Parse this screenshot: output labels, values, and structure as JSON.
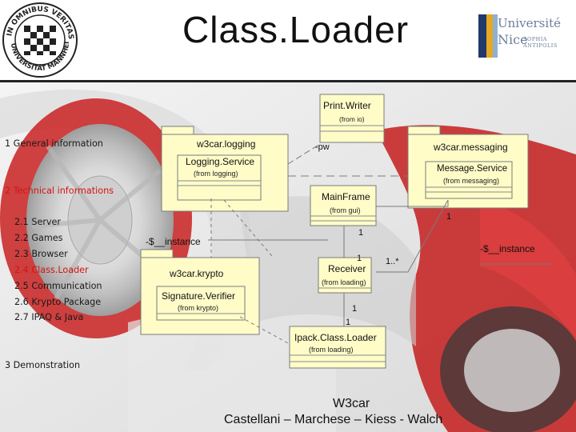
{
  "header": {
    "title": "Class.Loader",
    "left_logo_text": "IN OMNIBUS VERITAS · UNIVERSITÄT MANNHEIM",
    "right_logo_line1": "Université",
    "right_logo_line2": "Nice",
    "right_logo_line3": "SOPHIA ANTIPOLIS"
  },
  "toc": {
    "items": [
      {
        "label": "1 General information",
        "active": false
      },
      {
        "label": "2 Technical informations",
        "active": true
      },
      {
        "label": "2.1 Server",
        "active": false
      },
      {
        "label": "2.2 Games",
        "active": false
      },
      {
        "label": "2.3 Browser",
        "active": false
      },
      {
        "label": "2.4 Class.Loader",
        "active": true
      },
      {
        "label": "2.5 Communication",
        "active": false
      },
      {
        "label": "2.6 Krypto Package",
        "active": false
      },
      {
        "label": "2.7 IPAQ & Java",
        "active": false
      },
      {
        "label": "3 Demonstration",
        "active": false
      }
    ]
  },
  "diagram": {
    "packages": {
      "logging": "w3car.logging",
      "messaging": "w3car.messaging",
      "krypto": "w3car.krypto"
    },
    "classes": {
      "printwriter": {
        "name": "Print.Writer",
        "from": "(from io)"
      },
      "logging_service": {
        "name": "Logging.Service",
        "from": "(from logging)"
      },
      "message_service": {
        "name": "Message.Service",
        "from": "(from messaging)"
      },
      "mainframe": {
        "name": "MainFrame",
        "from": "(from gui)"
      },
      "receiver": {
        "name": "Receiver",
        "from": "(from loading)"
      },
      "signature_verifier": {
        "name": "Signature.Verifier",
        "from": "(from krypto)"
      },
      "ipack_classloader": {
        "name": "Ipack.Class.Loader",
        "from": "(from loading)"
      }
    },
    "labels": {
      "pw": "-pw",
      "instance_left": "-$__instance",
      "instance_right": "-$__instance",
      "mult_mainframe": "1",
      "mult_message": "1",
      "mult_receiver_top": "1",
      "mult_star": "1..*",
      "mult_receiver_bottom": "1",
      "mult_ipack": "1"
    }
  },
  "colors": {
    "accent_red": "#d31414",
    "package_fill": "#fffcc8",
    "class_fill": "#fffcc8"
  },
  "footer": {
    "line1": "W3car",
    "line2": "Castellani – Marchese – Kiess - Walch"
  }
}
